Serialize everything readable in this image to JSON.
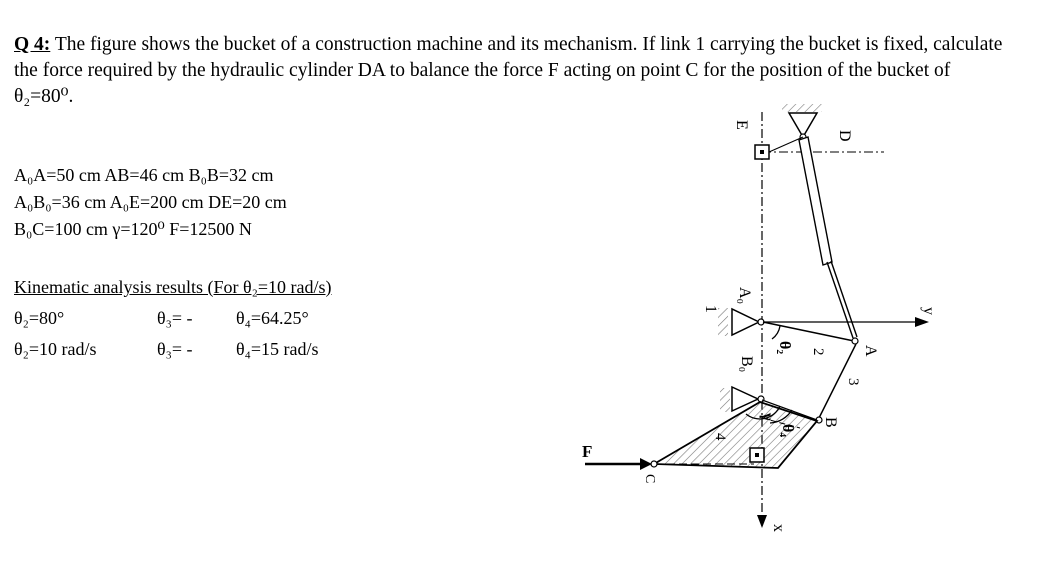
{
  "question": {
    "number": "Q 4:",
    "text": " The figure shows the bucket of a construction machine and its mechanism. If link 1 carrying the bucket is fixed, calculate the force required by the hydraulic cylinder DA to balance the force F acting on point C for the position of the bucket of θ₂=80⁰."
  },
  "given": [
    "A₀A=50 cm  AB=46 cm  B₀B=32 cm",
    "A₀B₀=36 cm  A₀E=200 cm  DE=20 cm",
    "B₀C=100 cm  γ=120⁰  F=12500 N"
  ],
  "kinematic": {
    "title": "Kinematic analysis results (For θ₂=10 rad/s)",
    "theta2": "θ₂=80°",
    "theta3": "θ₃= -",
    "theta4": "θ₄=64.25°",
    "omega2": "θ₂=10 rad/s",
    "omega3": "θ₃= -",
    "omega4": "θ₄=15  rad/s"
  },
  "figure": {
    "labels": {
      "D": "D",
      "E": "E",
      "A0": "A₀",
      "B0": "B₀",
      "A": "A",
      "B": "B",
      "C": "C",
      "F": "F",
      "x": "x",
      "y": "y",
      "link1": "1",
      "link2": "2",
      "link3": "3",
      "link4": "4",
      "theta2": "θ₂",
      "theta4": "θ₄",
      "gamma": "γ"
    }
  }
}
